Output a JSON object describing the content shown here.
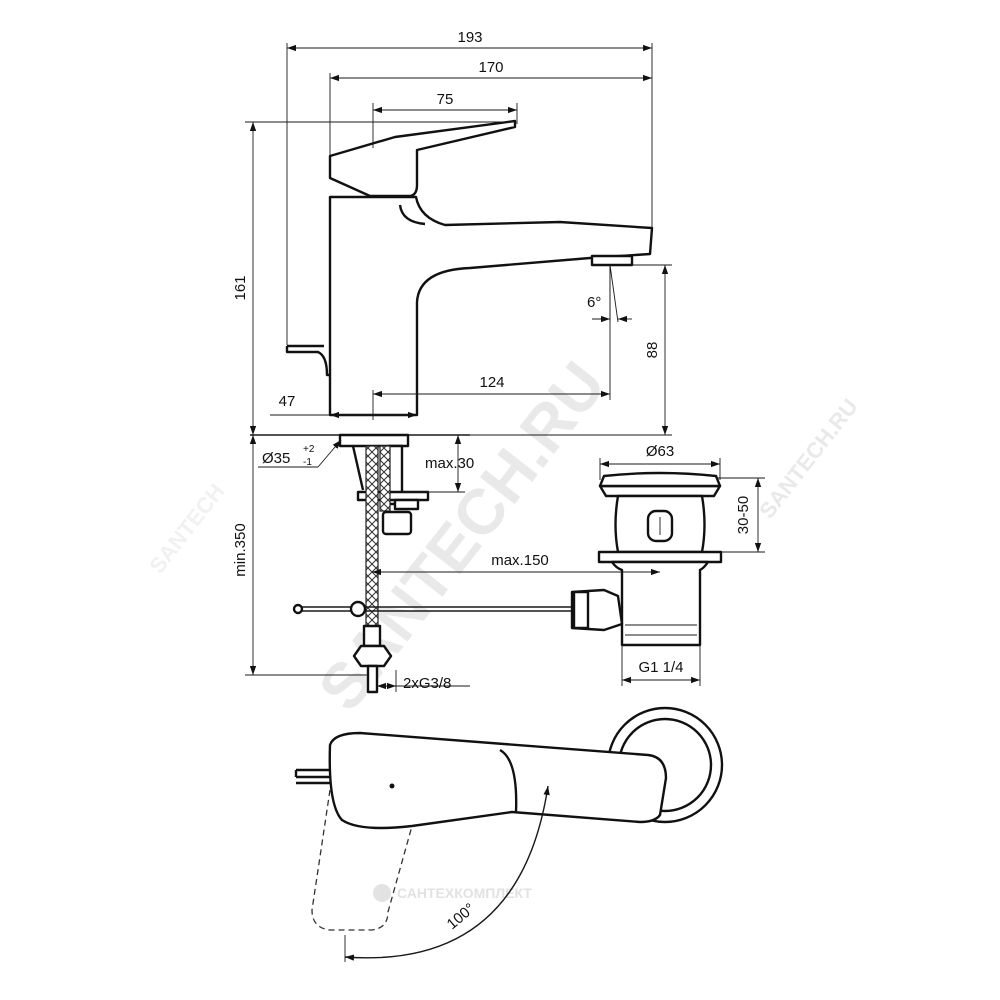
{
  "dimensions": {
    "width_total": "193",
    "width_body": "170",
    "lever_length": "75",
    "height_total": "161",
    "spout_height": "88",
    "spout_projection": "124",
    "base_offset": "47",
    "base_diameter": "Ø35",
    "base_tol_plus": "+2",
    "base_tol_minus": "-1",
    "deck_thickness": "max.30",
    "hose_length": "min.350",
    "waste_diameter": "Ø63",
    "waste_height": "30-50",
    "rod_length": "max.150",
    "waste_thread": "G1 1/4",
    "supply_connection": "2xG3/8",
    "spout_angle": "6°",
    "lever_rotation": "100°"
  },
  "watermarks": {
    "main": "SANTECH.RU",
    "side": "SANTECH.RU",
    "faint": "SANTECH",
    "logo_text": "САНТЕХКОМПЛЕКТ"
  },
  "colors": {
    "line": "#1a1a1a",
    "watermark": "#d8d8d8",
    "background": "#ffffff"
  }
}
